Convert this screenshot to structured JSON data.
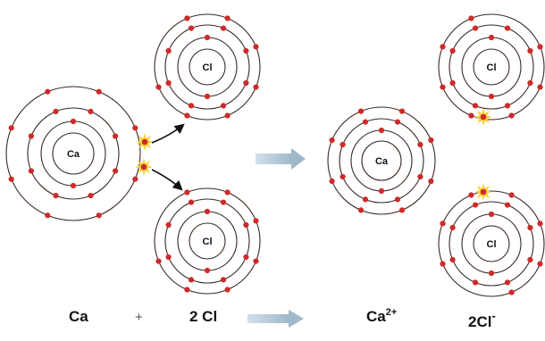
{
  "atoms": {
    "ca_before": {
      "symbol": "Ca"
    },
    "cl_top_before": {
      "symbol": "Cl"
    },
    "cl_bottom_before": {
      "symbol": "Cl"
    },
    "ca_after": {
      "symbol": "Ca"
    },
    "cl_top_after": {
      "symbol": "Cl"
    },
    "cl_bottom_after": {
      "symbol": "Cl"
    }
  },
  "equation": {
    "reactant_1": "Ca",
    "operator": "+",
    "reactant_2": "2 Cl",
    "product_1_base": "Ca",
    "product_1_charge": "2+",
    "product_2_base": "2Cl",
    "product_2_charge": "-"
  },
  "colors": {
    "electron": "#cf2a2a",
    "transferred_electron": "#f6d23b",
    "reaction_arrow": "#a8bfcf",
    "transfer_arrow": "#111111"
  }
}
